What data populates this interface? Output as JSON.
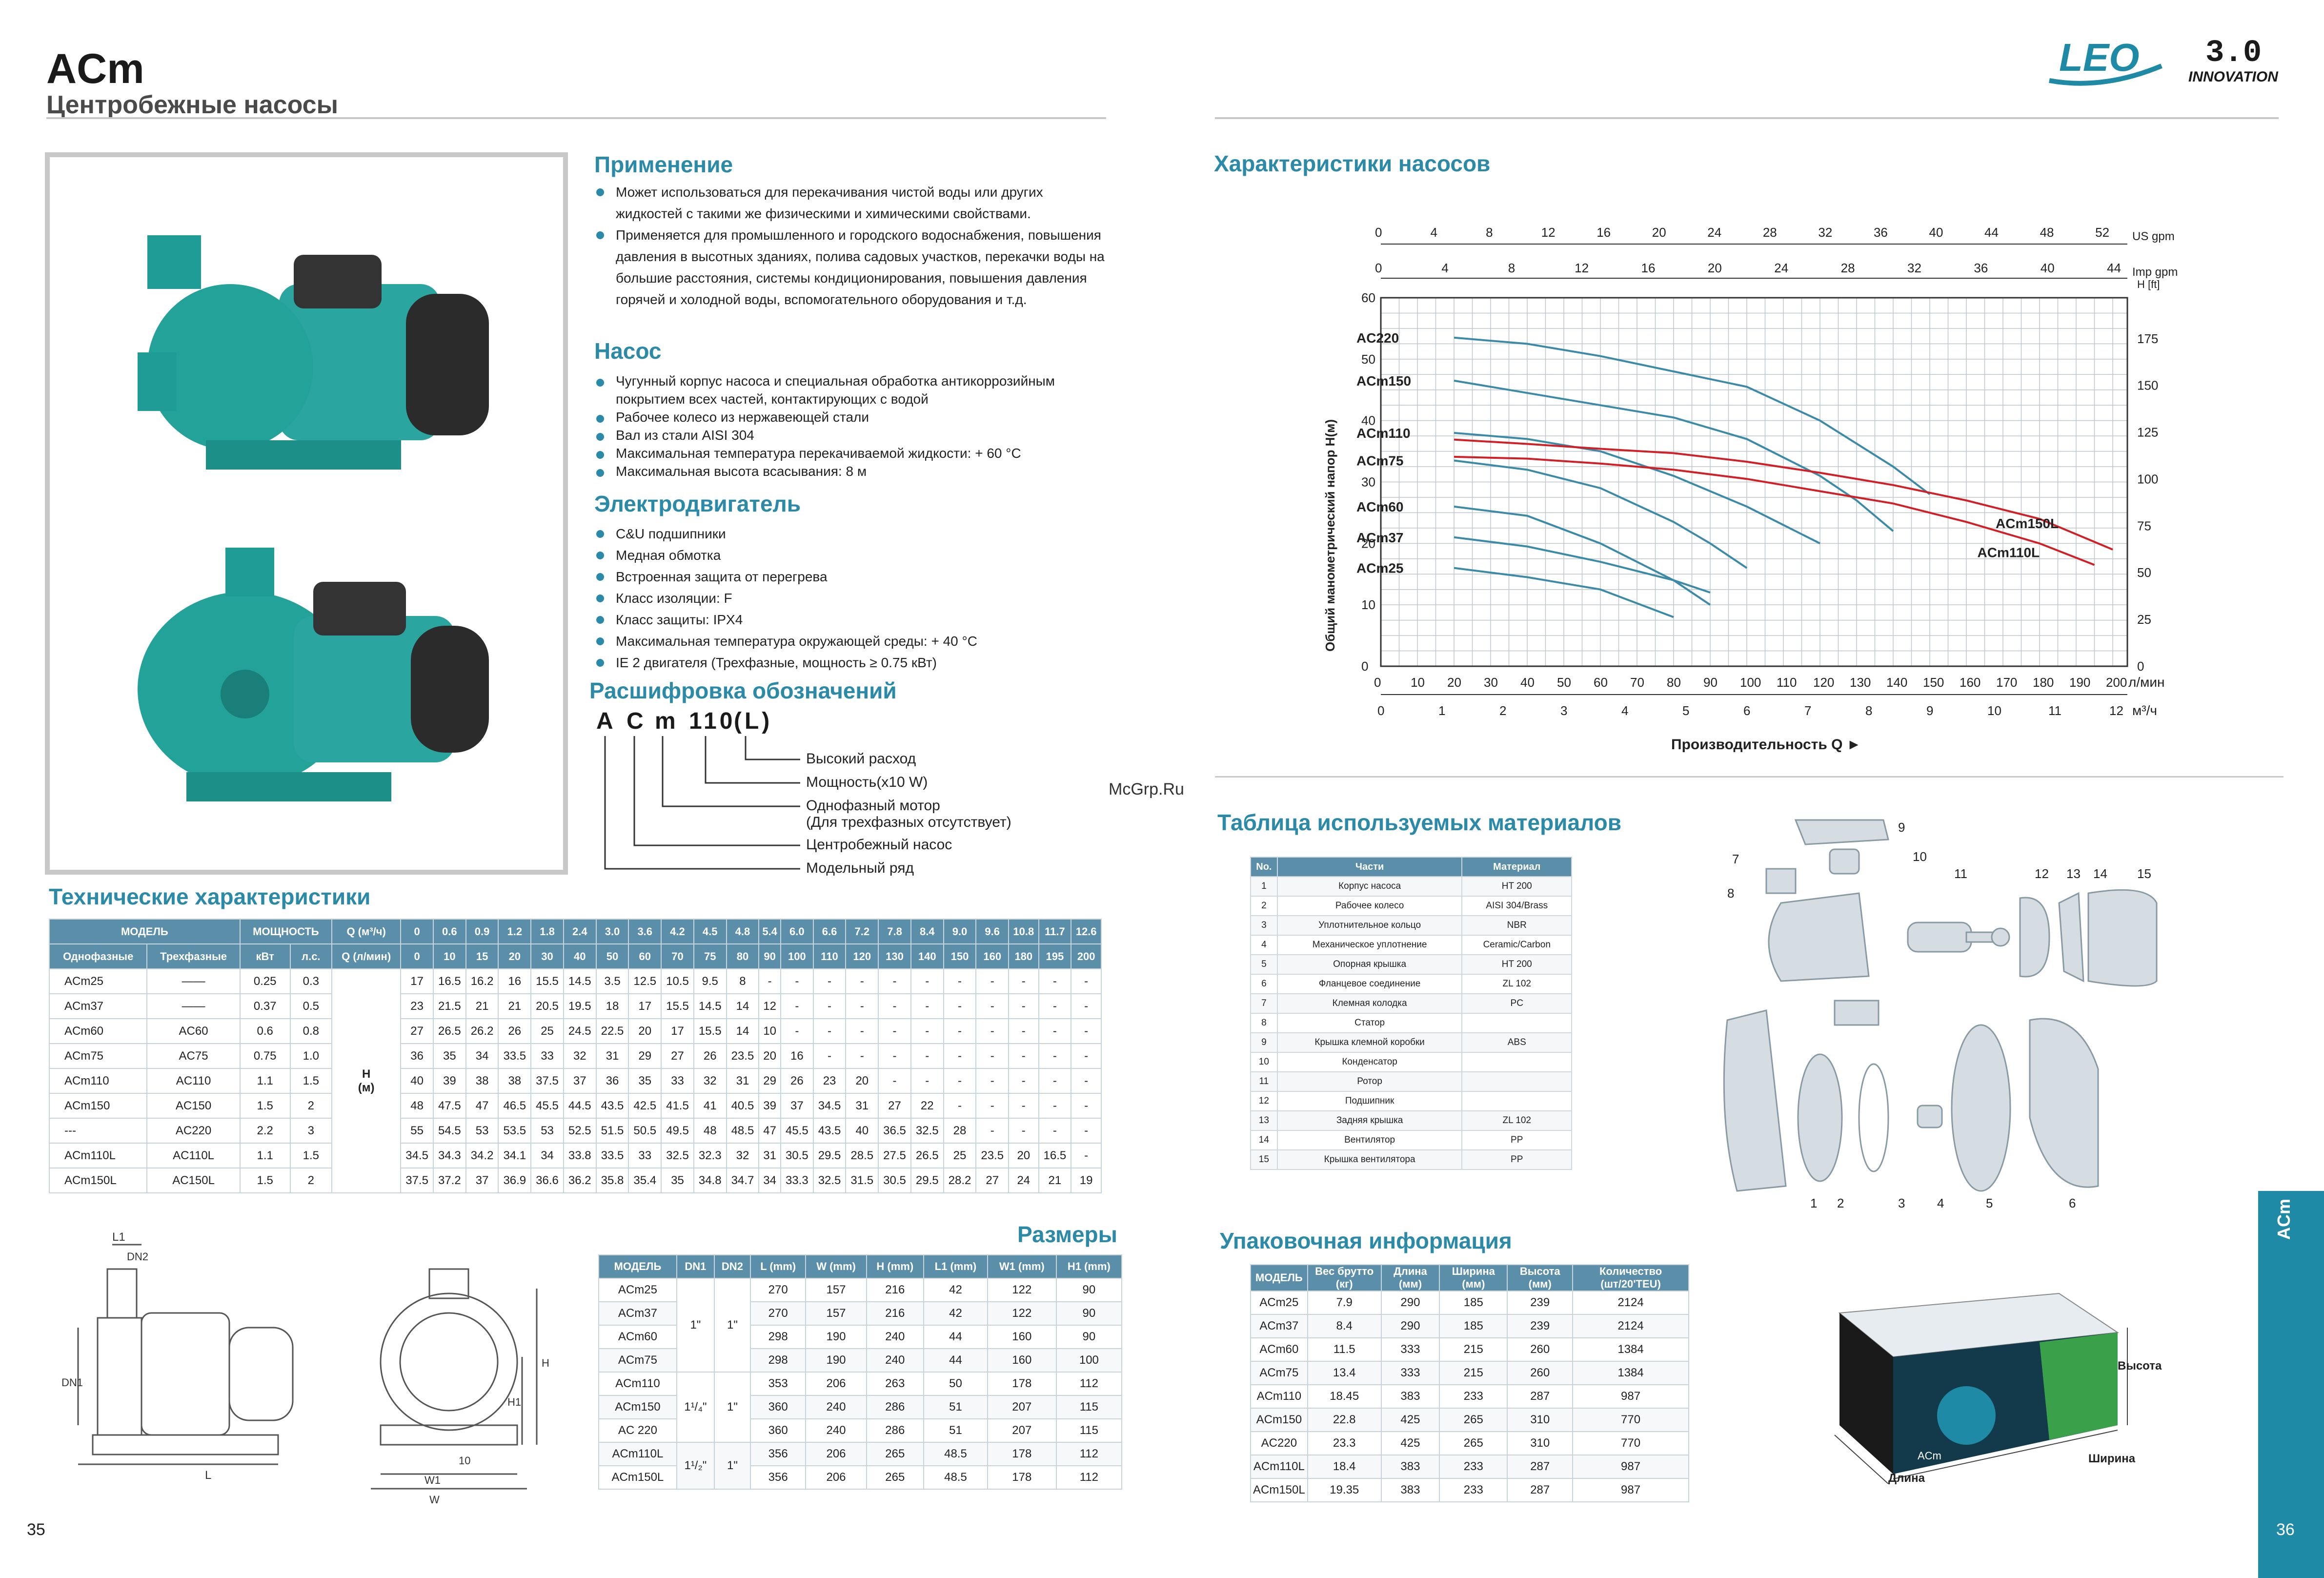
{
  "header": {
    "title": "ACm",
    "subtitle": "Центробежные насосы",
    "logo_text": "LEO",
    "logo_version": "3.0",
    "logo_tagline": "INNOVATION"
  },
  "application": {
    "title": "Применение",
    "items": [
      "Может использоваться для перекачивания чистой воды или других жидкостей с такими же физическими и химическими свойствами.",
      "Применяется для промышленного и городского водоснабжения, повышения давления в высотных зданиях, полива садовых участков, перекачки воды на большие расстояния, системы кондиционирования, повышения давления горячей и холодной воды, вспомогательного оборудования и т.д."
    ]
  },
  "pump": {
    "title": "Насос",
    "items": [
      "Чугунный корпус насоса и специальная обработка антикоррозийным покрытием всех частей, контактирующих с водой",
      "Рабочее колесо из нержавеющей стали",
      "Вал из стали AISI 304",
      "Максимальная температура перекачиваемой жидкости: + 60 °С",
      "Максимальная высота всасывания: 8 м"
    ]
  },
  "motor": {
    "title": "Электродвигатель",
    "items": [
      "C&U подшипники",
      "Медная обмотка",
      "Встроенная защита от перегрева",
      "Класс изоляции: F",
      "Класс защиты: IPX4",
      "Максимальная температура окружающей среды: + 40 °С",
      "IE 2 двигателя (Трехфазные, мощность ≥ 0.75 кВт)"
    ]
  },
  "decode": {
    "title": "Расшифровка обозначений",
    "letters": [
      "A",
      "C",
      "m",
      "110",
      "(L)"
    ],
    "labels": [
      "Высокий расход",
      "Мощность(x10 W)",
      "Однофазный мотор",
      "(Для трехфазных отсутствует)",
      "Центробежный насос",
      "Модельный ряд"
    ]
  },
  "tech": {
    "title": "Технические характеристики",
    "col_model": "МОДЕЛЬ",
    "col_power": "МОЩНОСТЬ",
    "col_q_m3": "Q (м³/ч)",
    "sub_single": "Однофазные",
    "sub_three": "Трехфазные",
    "sub_kw": "кВт",
    "sub_hp": "л.с.",
    "sub_q_lmin": "Q (л/мин)",
    "h_label": "H",
    "h_unit": "(м)",
    "q_m3": [
      "0",
      "0.6",
      "0.9",
      "1.2",
      "1.8",
      "2.4",
      "3.0",
      "3.6",
      "4.2",
      "4.5",
      "4.8",
      "5.4",
      "6.0",
      "6.6",
      "7.2",
      "7.8",
      "8.4",
      "9.0",
      "9.6",
      "10.8",
      "11.7",
      "12.6"
    ],
    "q_lmin": [
      "0",
      "10",
      "15",
      "20",
      "30",
      "40",
      "50",
      "60",
      "70",
      "75",
      "80",
      "90",
      "100",
      "110",
      "120",
      "130",
      "140",
      "150",
      "160",
      "180",
      "195",
      "200"
    ],
    "rows": [
      {
        "single": "ACm25",
        "three": "——",
        "kw": "0.25",
        "hp": "0.3",
        "h": [
          "17",
          "16.5",
          "16.2",
          "16",
          "15.5",
          "14.5",
          "3.5",
          "12.5",
          "10.5",
          "9.5",
          "8",
          "-",
          "-",
          "-",
          "-",
          "-",
          "-",
          "-",
          "-",
          "-",
          "-",
          "-"
        ]
      },
      {
        "single": "ACm37",
        "three": "——",
        "kw": "0.37",
        "hp": "0.5",
        "h": [
          "23",
          "21.5",
          "21",
          "21",
          "20.5",
          "19.5",
          "18",
          "17",
          "15.5",
          "14.5",
          "14",
          "12",
          "-",
          "-",
          "-",
          "-",
          "-",
          "-",
          "-",
          "-",
          "-",
          "-"
        ]
      },
      {
        "single": "ACm60",
        "three": "AC60",
        "kw": "0.6",
        "hp": "0.8",
        "h": [
          "27",
          "26.5",
          "26.2",
          "26",
          "25",
          "24.5",
          "22.5",
          "20",
          "17",
          "15.5",
          "14",
          "10",
          "-",
          "-",
          "-",
          "-",
          "-",
          "-",
          "-",
          "-",
          "-",
          "-"
        ]
      },
      {
        "single": "ACm75",
        "three": "AC75",
        "kw": "0.75",
        "hp": "1.0",
        "h": [
          "36",
          "35",
          "34",
          "33.5",
          "33",
          "32",
          "31",
          "29",
          "27",
          "26",
          "23.5",
          "20",
          "16",
          "-",
          "-",
          "-",
          "-",
          "-",
          "-",
          "-",
          "-",
          "-"
        ]
      },
      {
        "single": "ACm110",
        "three": "AC110",
        "kw": "1.1",
        "hp": "1.5",
        "h": [
          "40",
          "39",
          "38",
          "38",
          "37.5",
          "37",
          "36",
          "35",
          "33",
          "32",
          "31",
          "29",
          "26",
          "23",
          "20",
          "-",
          "-",
          "-",
          "-",
          "-",
          "-",
          "-"
        ]
      },
      {
        "single": "ACm150",
        "three": "AC150",
        "kw": "1.5",
        "hp": "2",
        "h": [
          "48",
          "47.5",
          "47",
          "46.5",
          "45.5",
          "44.5",
          "43.5",
          "42.5",
          "41.5",
          "41",
          "40.5",
          "39",
          "37",
          "34.5",
          "31",
          "27",
          "22",
          "-",
          "-",
          "-",
          "-",
          "-"
        ]
      },
      {
        "single": "---",
        "three": "AC220",
        "kw": "2.2",
        "hp": "3",
        "h": [
          "55",
          "54.5",
          "53",
          "53.5",
          "53",
          "52.5",
          "51.5",
          "50.5",
          "49.5",
          "48",
          "48.5",
          "47",
          "45.5",
          "43.5",
          "40",
          "36.5",
          "32.5",
          "28",
          "-",
          "-",
          "-",
          "-"
        ]
      },
      {
        "single": "ACm110L",
        "three": "AC110L",
        "kw": "1.1",
        "hp": "1.5",
        "h": [
          "34.5",
          "34.3",
          "34.2",
          "34.1",
          "34",
          "33.8",
          "33.5",
          "33",
          "32.5",
          "32.3",
          "32",
          "31",
          "30.5",
          "29.5",
          "28.5",
          "27.5",
          "26.5",
          "25",
          "23.5",
          "20",
          "16.5",
          "-"
        ]
      },
      {
        "single": "ACm150L",
        "three": "AC150L",
        "kw": "1.5",
        "hp": "2",
        "h": [
          "37.5",
          "37.2",
          "37",
          "36.9",
          "36.6",
          "36.2",
          "35.8",
          "35.4",
          "35",
          "34.8",
          "34.7",
          "34",
          "33.3",
          "32.5",
          "31.5",
          "30.5",
          "29.5",
          "28.2",
          "27",
          "24",
          "21",
          "19"
        ]
      }
    ]
  },
  "dims": {
    "title": "Размеры",
    "headers": [
      "МОДЕЛЬ",
      "DN1",
      "DN2",
      "L (mm)",
      "W (mm)",
      "H (mm)",
      "L1 (mm)",
      "W1 (mm)",
      "H1 (mm)"
    ],
    "rows": [
      [
        "ACm25",
        "270",
        "157",
        "216",
        "42",
        "122",
        "90"
      ],
      [
        "ACm37",
        "270",
        "157",
        "216",
        "42",
        "122",
        "90"
      ],
      [
        "ACm60",
        "298",
        "190",
        "240",
        "44",
        "160",
        "90"
      ],
      [
        "ACm75",
        "298",
        "190",
        "240",
        "44",
        "160",
        "100"
      ],
      [
        "ACm110",
        "353",
        "206",
        "263",
        "50",
        "178",
        "112"
      ],
      [
        "ACm150",
        "360",
        "240",
        "286",
        "51",
        "207",
        "115"
      ],
      [
        "AC 220",
        "360",
        "240",
        "286",
        "51",
        "207",
        "115"
      ],
      [
        "ACm110L",
        "356",
        "206",
        "265",
        "48.5",
        "178",
        "112"
      ],
      [
        "ACm150L",
        "356",
        "206",
        "265",
        "48.5",
        "178",
        "112"
      ]
    ],
    "dn_group1": "1\"",
    "dn_group1_dn2": "1\"",
    "dn_group2": "1¹/₄\"",
    "dn_group2_dn2": "1\"",
    "dn_group3": "1¹/₂\"",
    "dn_group3_dn2": "1\"",
    "drawing_labels": [
      "L1",
      "DN2",
      "DN1",
      "L",
      "H",
      "H1",
      "10",
      "W1",
      "W"
    ]
  },
  "chart_section": {
    "title": "Характеристики насосов"
  },
  "chart_data": {
    "type": "line",
    "title": "",
    "ylabel": "Общий манометрический напор H(м)",
    "xlabel": "Производительность Q",
    "x_unit": "л/мин",
    "x_unit2": "м³/ч",
    "y_unit2": "H [ft]",
    "top_unit1": "US gpm",
    "top_unit2": "Imp gpm",
    "xlim": [
      0,
      204
    ],
    "ylim": [
      0,
      60
    ],
    "x_ticks": [
      0,
      10,
      20,
      30,
      40,
      50,
      60,
      70,
      80,
      90,
      100,
      110,
      120,
      130,
      140,
      150,
      160,
      170,
      180,
      190,
      200
    ],
    "y_ticks": [
      0,
      10,
      20,
      30,
      40,
      50,
      60
    ],
    "m3h_ticks": [
      0,
      1,
      2,
      3,
      4,
      5,
      6,
      7,
      8,
      9,
      10,
      11,
      12
    ],
    "ft_ticks": [
      0,
      25,
      50,
      75,
      100,
      125,
      150,
      175
    ],
    "us_gpm_ticks": [
      0,
      4,
      8,
      12,
      16,
      20,
      24,
      28,
      32,
      36,
      40,
      44,
      48,
      52
    ],
    "imp_gpm_ticks": [
      0,
      4,
      8,
      12,
      16,
      20,
      24,
      28,
      32,
      36,
      40,
      44
    ],
    "series": [
      {
        "name": "AC220",
        "color": "#3a8aa8",
        "x": [
          20,
          40,
          60,
          80,
          100,
          120,
          140,
          150
        ],
        "y": [
          53.5,
          52.5,
          50.5,
          48,
          45.5,
          40,
          32.5,
          28
        ]
      },
      {
        "name": "ACm150",
        "color": "#3a8aa8",
        "x": [
          20,
          40,
          60,
          80,
          100,
          120,
          130,
          140
        ],
        "y": [
          46.5,
          44.5,
          42.5,
          40.5,
          37,
          31,
          27,
          22
        ]
      },
      {
        "name": "ACm110",
        "color": "#3a8aa8",
        "x": [
          20,
          40,
          60,
          80,
          100,
          110,
          120
        ],
        "y": [
          38,
          37,
          35,
          31,
          26,
          23,
          20
        ]
      },
      {
        "name": "ACm75",
        "color": "#3a8aa8",
        "x": [
          20,
          40,
          60,
          80,
          90,
          100
        ],
        "y": [
          33.5,
          32,
          29,
          23.5,
          20,
          16
        ]
      },
      {
        "name": "ACm60",
        "color": "#3a8aa8",
        "x": [
          20,
          40,
          60,
          80,
          90
        ],
        "y": [
          26,
          24.5,
          20,
          14,
          10
        ]
      },
      {
        "name": "ACm37",
        "color": "#3a8aa8",
        "x": [
          20,
          40,
          60,
          80,
          90
        ],
        "y": [
          21,
          19.5,
          17,
          14,
          12
        ]
      },
      {
        "name": "ACm25",
        "color": "#3a8aa8",
        "x": [
          20,
          40,
          60,
          80
        ],
        "y": [
          16,
          14.5,
          12.5,
          8
        ]
      },
      {
        "name": "ACm150L",
        "color": "#d21f26",
        "x": [
          20,
          40,
          60,
          80,
          100,
          120,
          140,
          160,
          180,
          200
        ],
        "y": [
          36.9,
          36.2,
          35.4,
          34.7,
          33.3,
          31.5,
          29.5,
          27,
          24,
          19
        ]
      },
      {
        "name": "ACm110L",
        "color": "#d21f26",
        "x": [
          20,
          40,
          60,
          80,
          100,
          120,
          140,
          160,
          180,
          195
        ],
        "y": [
          34.1,
          33.8,
          33,
          32,
          30.5,
          28.5,
          26.5,
          23.5,
          20,
          16.5
        ]
      }
    ]
  },
  "materials": {
    "title": "Таблица используемых материалов",
    "headers": [
      "No.",
      "Части",
      "Материал"
    ],
    "rows": [
      [
        "1",
        "Корпус насоса",
        "HT 200"
      ],
      [
        "2",
        "Рабочее колесо",
        "AISI 304/Brass"
      ],
      [
        "3",
        "Уплотнительное кольцо",
        "NBR"
      ],
      [
        "4",
        "Механическое уплотнение",
        "Ceramic/Carbon"
      ],
      [
        "5",
        "Опорная крышка",
        "HT 200"
      ],
      [
        "6",
        "Фланцевое соединение",
        "ZL 102"
      ],
      [
        "7",
        "Клемная колодка",
        "PC"
      ],
      [
        "8",
        "Статор",
        ""
      ],
      [
        "9",
        "Крышка клемной коробки",
        "ABS"
      ],
      [
        "10",
        "Конденсатор",
        ""
      ],
      [
        "11",
        "Ротор",
        ""
      ],
      [
        "12",
        "Подшипник",
        ""
      ],
      [
        "13",
        "Задняя крышка",
        "ZL 102"
      ],
      [
        "14",
        "Вентилятор",
        "PP"
      ],
      [
        "15",
        "Крышка вентилятора",
        "PP"
      ]
    ],
    "part_numbers": [
      "1",
      "2",
      "3",
      "4",
      "5",
      "6",
      "7",
      "8",
      "9",
      "10",
      "11",
      "12",
      "13",
      "14",
      "15"
    ]
  },
  "packaging": {
    "title": "Упаковочная информация",
    "headers": [
      "МОДЕЛЬ",
      "Вес брутто (кг)",
      "Длина (мм)",
      "Ширина (мм)",
      "Высота (мм)",
      "Количество (шт/20'TEU)"
    ],
    "rows": [
      [
        "ACm25",
        "7.9",
        "290",
        "185",
        "239",
        "2124"
      ],
      [
        "ACm37",
        "8.4",
        "290",
        "185",
        "239",
        "2124"
      ],
      [
        "ACm60",
        "11.5",
        "333",
        "215",
        "260",
        "1384"
      ],
      [
        "ACm75",
        "13.4",
        "333",
        "215",
        "260",
        "1384"
      ],
      [
        "ACm110",
        "18.45",
        "383",
        "233",
        "287",
        "987"
      ],
      [
        "ACm150",
        "22.8",
        "425",
        "265",
        "310",
        "770"
      ],
      [
        "AC220",
        "23.3",
        "425",
        "265",
        "310",
        "770"
      ],
      [
        "ACm110L",
        "18.4",
        "383",
        "233",
        "287",
        "987"
      ],
      [
        "ACm150L",
        "19.35",
        "383",
        "233",
        "287",
        "987"
      ]
    ],
    "box_labels": {
      "height": "Высота",
      "width": "Ширина",
      "length": "Длина",
      "box_model": "ACm"
    }
  },
  "side_tab": "ACm",
  "page_left": "35",
  "page_right": "36",
  "watermark": "McGrp.Ru"
}
